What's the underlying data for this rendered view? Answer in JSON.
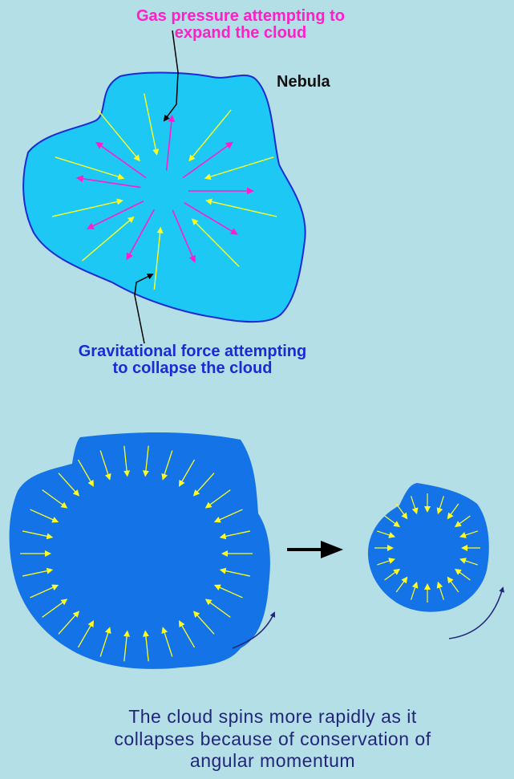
{
  "labels": {
    "gas_pressure_line1": "Gas pressure attempting to",
    "gas_pressure_line2": "expand the cloud",
    "nebula": "Nebula",
    "gravity_line1": "Gravitational force attempting",
    "gravity_line2": "to collapse the cloud",
    "caption_line1": "The cloud spins more rapidly as it",
    "caption_line2": "collapses because of conservation of",
    "caption_line3": "angular momentum"
  },
  "colors": {
    "background": "#b5dfe6",
    "nebula_fill": "#1ec8f5",
    "nebula_outline": "#1a2bd6",
    "collapsed_fill": "#1473e6",
    "gravity_arrow": "#ffff22",
    "pressure_arrow": "#ff1ec8",
    "gas_label": "#ff1ec8",
    "gravity_label": "#1a2bd6",
    "spin_arrow": "#22267a",
    "transition_arrow": "#000000"
  }
}
